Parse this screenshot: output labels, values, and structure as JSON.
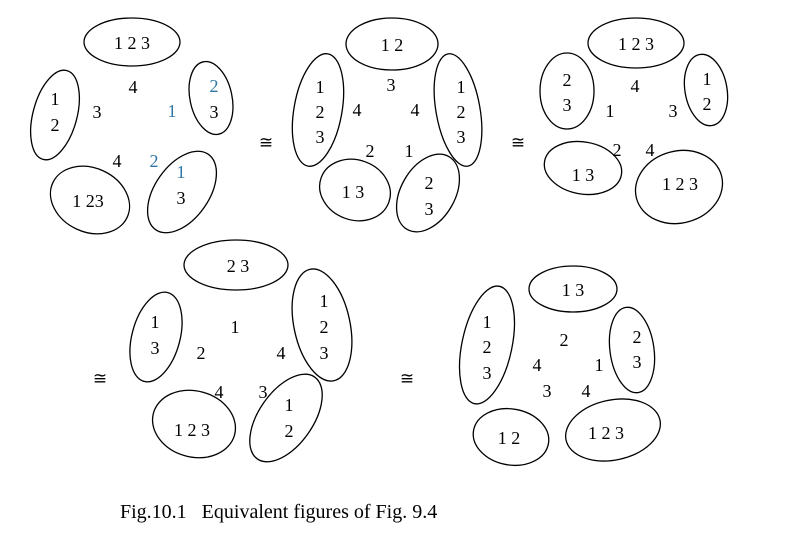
{
  "caption": "Fig.10.1   Equivalent figures of Fig. 9.4",
  "equiv_symbol": "≅",
  "colors": {
    "ink": "#000000",
    "highlight": "#2e75a6"
  },
  "figures": [
    {
      "id": "fig-1",
      "ellipse_labels": [
        [
          "1 2 3"
        ],
        [
          "2",
          "3"
        ],
        [
          "1",
          "3"
        ],
        [
          "1 23"
        ],
        [
          "1",
          "2"
        ]
      ],
      "inner_labels": [
        "4",
        "1",
        "2",
        "4",
        "3"
      ]
    },
    {
      "id": "fig-2",
      "ellipse_labels": [
        [
          "1   2"
        ],
        [
          "1",
          "2",
          "3"
        ],
        [
          "2",
          "3"
        ],
        [
          "1 3"
        ],
        [
          "1",
          "2",
          "3"
        ]
      ],
      "inner_labels": [
        "3",
        "4",
        "1",
        "2",
        "4"
      ]
    },
    {
      "id": "fig-3",
      "ellipse_labels": [
        [
          "1 2 3"
        ],
        [
          "1",
          "2"
        ],
        [
          "1  2  3"
        ],
        [
          "1  3"
        ],
        [
          "2",
          "3"
        ]
      ],
      "inner_labels": [
        "4",
        "3",
        "4",
        "2",
        "1"
      ]
    },
    {
      "id": "fig-4",
      "ellipse_labels": [
        [
          "2  3"
        ],
        [
          "1",
          "2",
          "3"
        ],
        [
          "1",
          "2"
        ],
        [
          "1 2 3"
        ],
        [
          "1",
          "3"
        ]
      ],
      "inner_labels": [
        "1",
        "4",
        "3",
        "4",
        "2"
      ]
    },
    {
      "id": "fig-5",
      "ellipse_labels": [
        [
          "1   3"
        ],
        [
          "2",
          "3"
        ],
        [
          "1  2 3"
        ],
        [
          "1 2"
        ],
        [
          "1",
          "2",
          "3"
        ]
      ],
      "inner_labels": [
        "2",
        "1",
        "4",
        "3",
        "4"
      ]
    }
  ]
}
